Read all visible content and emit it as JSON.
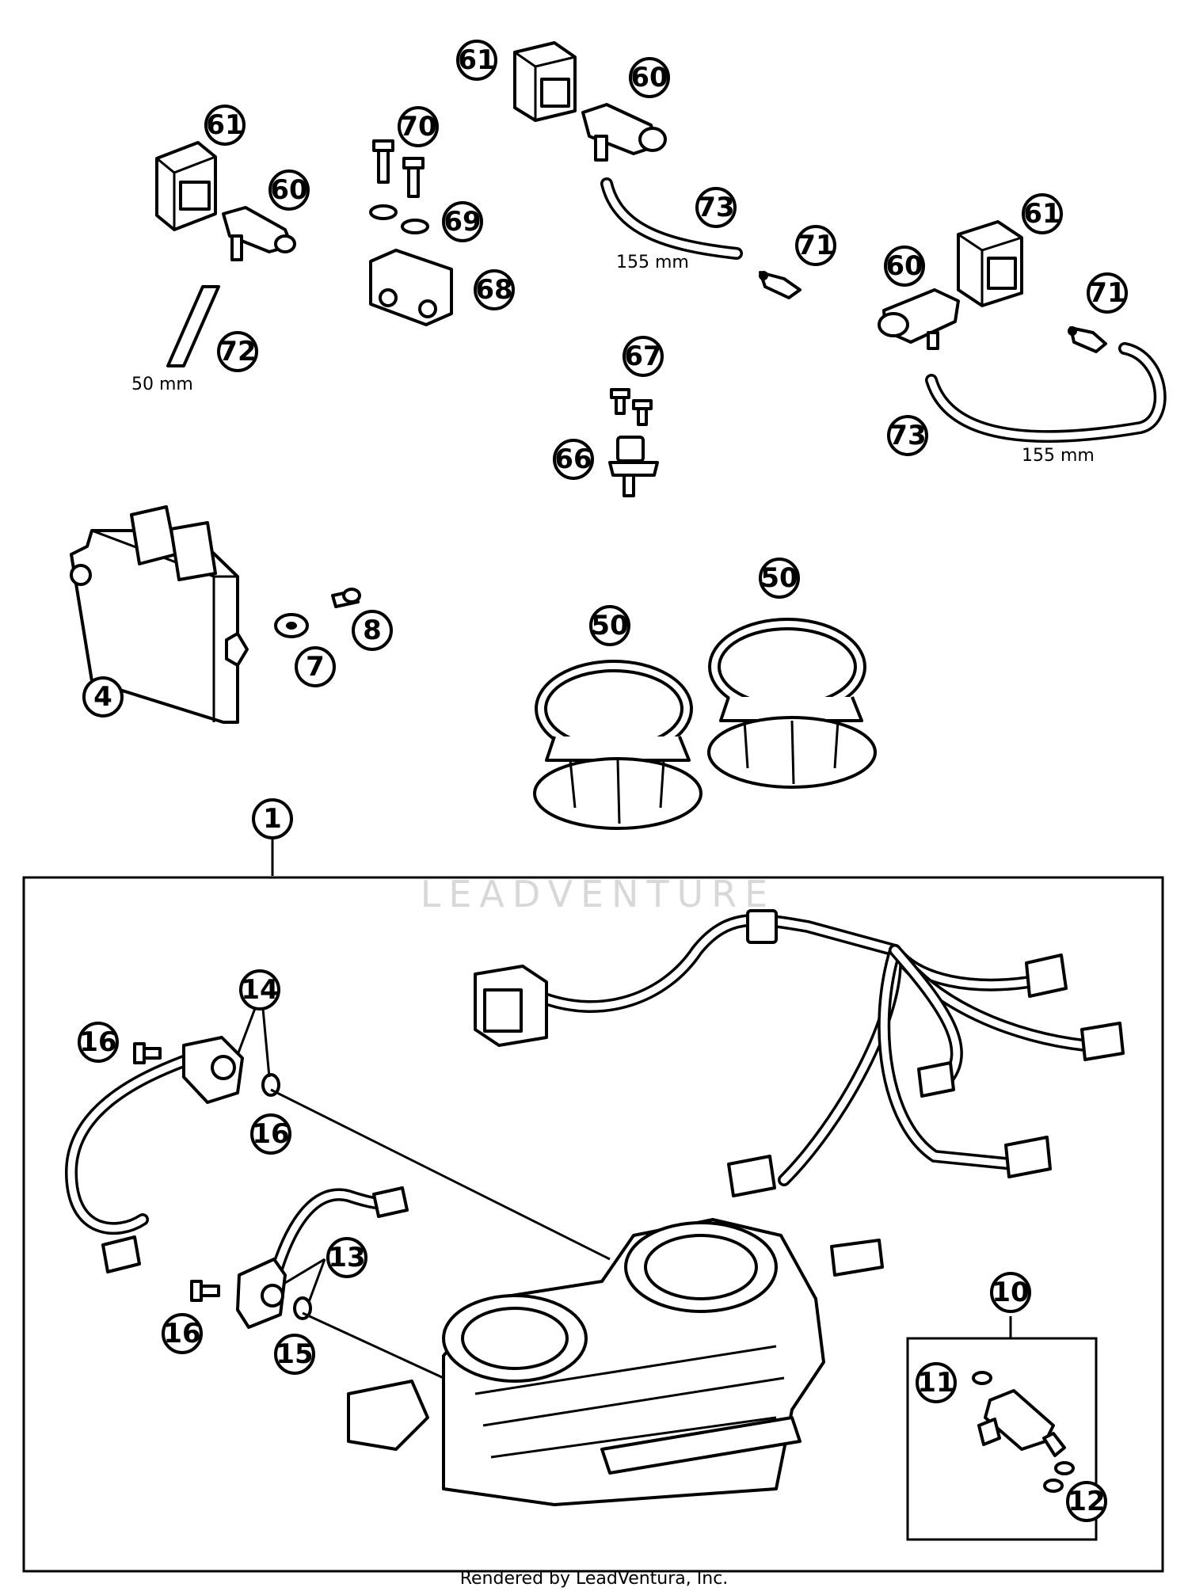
{
  "callouts": {
    "c61a": "61",
    "c60a": "60",
    "c70": "70",
    "c69": "69",
    "c68": "68",
    "c61b": "61",
    "c60b": "60",
    "c73a": "73",
    "c71a": "71",
    "c72": "72",
    "c67": "67",
    "c66": "66",
    "c60c": "60",
    "c61c": "61",
    "c71b": "71",
    "c73b": "73",
    "c4": "4",
    "c7": "7",
    "c8": "8",
    "c50a": "50",
    "c50b": "50",
    "c1": "1",
    "c14": "14",
    "c16a": "16",
    "c16b": "16",
    "c16c": "16",
    "c13": "13",
    "c15": "15",
    "c10": "10",
    "c11": "11",
    "c12": "12"
  },
  "dimensions": {
    "hose_72": "50 mm",
    "hose_73a": "155 mm",
    "hose_73b": "155 mm"
  },
  "watermark": "LEADVENTURE",
  "footer": "Rendered by LeadVentura, Inc."
}
